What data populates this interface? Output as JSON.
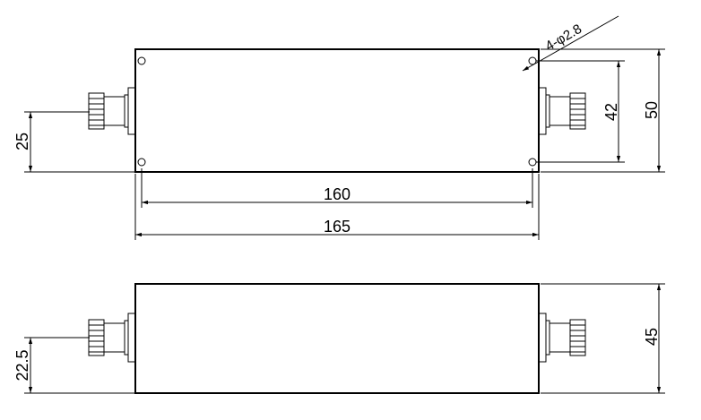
{
  "top_view": {
    "width_holes": "160",
    "width_overall": "165",
    "height_overall": "50",
    "height_holes": "42",
    "connector_offset": "25",
    "hole_note": "4-φ2.8"
  },
  "front_view": {
    "height_overall": "45",
    "connector_offset": "22.5"
  }
}
